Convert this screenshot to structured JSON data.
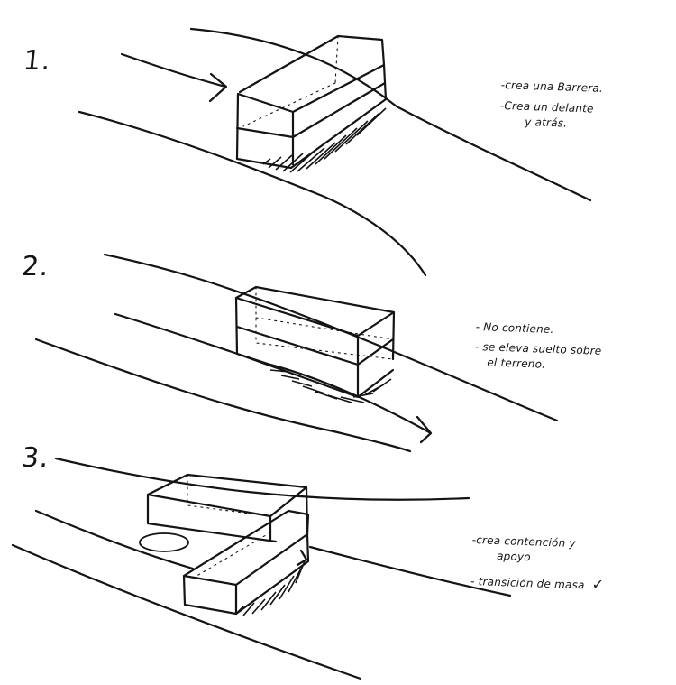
{
  "steps": [
    {
      "number": "1.",
      "notes": [
        "-crea una Barrera.",
        "-Crea un delante",
        "y atrás."
      ]
    },
    {
      "number": "2.",
      "notes": [
        "- No contiene.",
        "- se eleva suelto sobre",
        "el terreno."
      ]
    },
    {
      "number": "3.",
      "notes": [
        "-crea contención y",
        "apoyo",
        "- transición de masa"
      ],
      "check_mark": "✓"
    }
  ]
}
